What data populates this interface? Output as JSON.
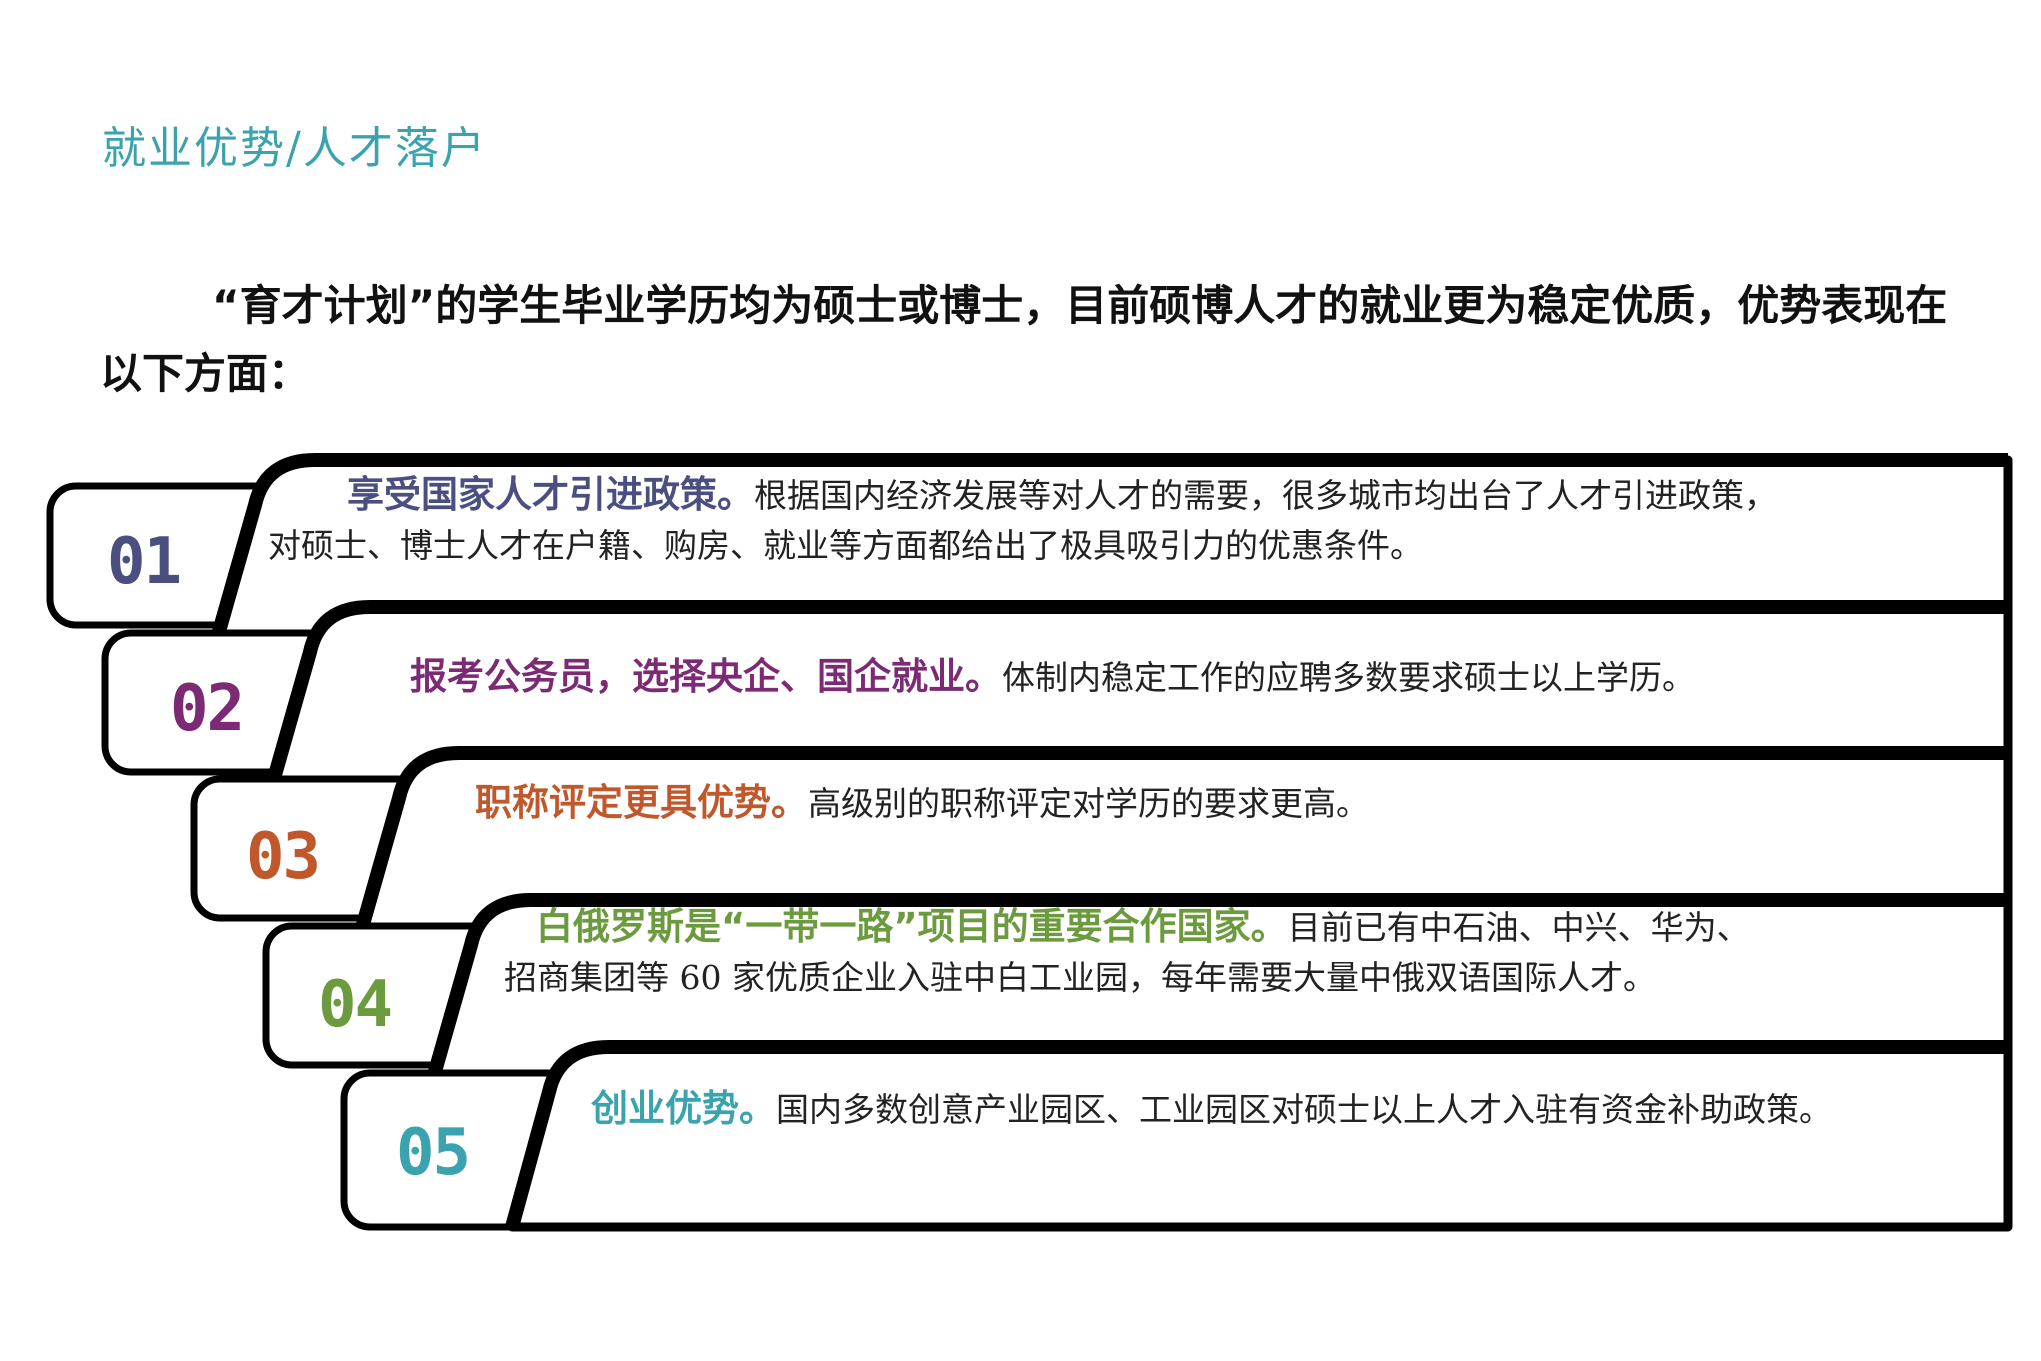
{
  "title": "就业优势/人才落户",
  "intro": "“育才计划”的学生毕业学历均为硕士或博士，目前硕博人才的就业更为稳定优质，优势表现在以下方面：",
  "colors": {
    "title": "#3aa3ad",
    "c1": "#4b4f80",
    "c2": "#7b2a73",
    "c3": "#c0582b",
    "c4": "#6c9a3e",
    "c5": "#3aa3ad"
  },
  "items": [
    {
      "number": "01",
      "heading": "享受国家人才引进政策。",
      "line1": "根据国内经济发展等对人才的需要，很多城市均出台了人才引进政策，",
      "line2": "对硕士、博士人才在户籍、购房、就业等方面都给出了极具吸引力的优惠条件。"
    },
    {
      "number": "02",
      "heading": "报考公务员，选择央企、国企就业。",
      "line1": "体制内稳定工作的应聘多数要求硕士以上学历。"
    },
    {
      "number": "03",
      "heading": "职称评定更具优势。",
      "line1": "高级别的职称评定对学历的要求更高。"
    },
    {
      "number": "04",
      "heading": "白俄罗斯是“一带一路”项目的重要合作国家。",
      "line1": "目前已有中石油、中兴、华为、",
      "line2": "招商集团等 60 家优质企业入驻中白工业园，每年需要大量中俄双语国际人才。"
    },
    {
      "number": "05",
      "heading": "创业优势。",
      "line1": "国内多数创意产业园区、工业园区对硕士以上人才入驻有资金补助政策。"
    }
  ]
}
